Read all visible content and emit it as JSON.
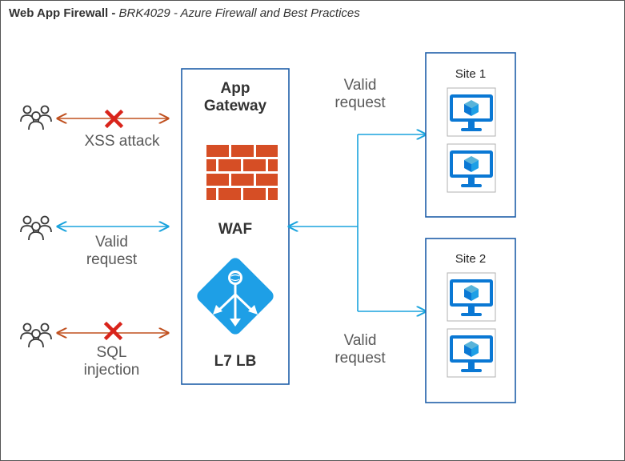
{
  "title": {
    "bold": "Web App Firewall - ",
    "italic": "BRK4029 - Azure Firewall and Best Practices"
  },
  "clients": [
    {
      "label_line1": "XSS attack",
      "label_line2": "",
      "status": "blocked"
    },
    {
      "label_line1": "Valid",
      "label_line2": "request",
      "status": "allowed"
    },
    {
      "label_line1": "SQL",
      "label_line2": "injection",
      "status": "blocked"
    }
  ],
  "gateway": {
    "title_line1": "App",
    "title_line2": "Gateway",
    "waf_label": "WAF",
    "lb_label": "L7 LB"
  },
  "backend_labels": {
    "top_line1": "Valid",
    "top_line2": "request",
    "bottom_line1": "Valid",
    "bottom_line2": "request"
  },
  "sites": [
    {
      "label": "Site 1"
    },
    {
      "label": "Site 2"
    }
  ],
  "colors": {
    "blocked_arrow": "#c0501f",
    "blocked_x": "#d9241b",
    "allowed_arrow": "#1aa3dd",
    "box_border": "#1f5fa9",
    "firewall": "#d64e25",
    "azure_blue": "#1e9fe6",
    "monitor": "#0a78d4"
  }
}
